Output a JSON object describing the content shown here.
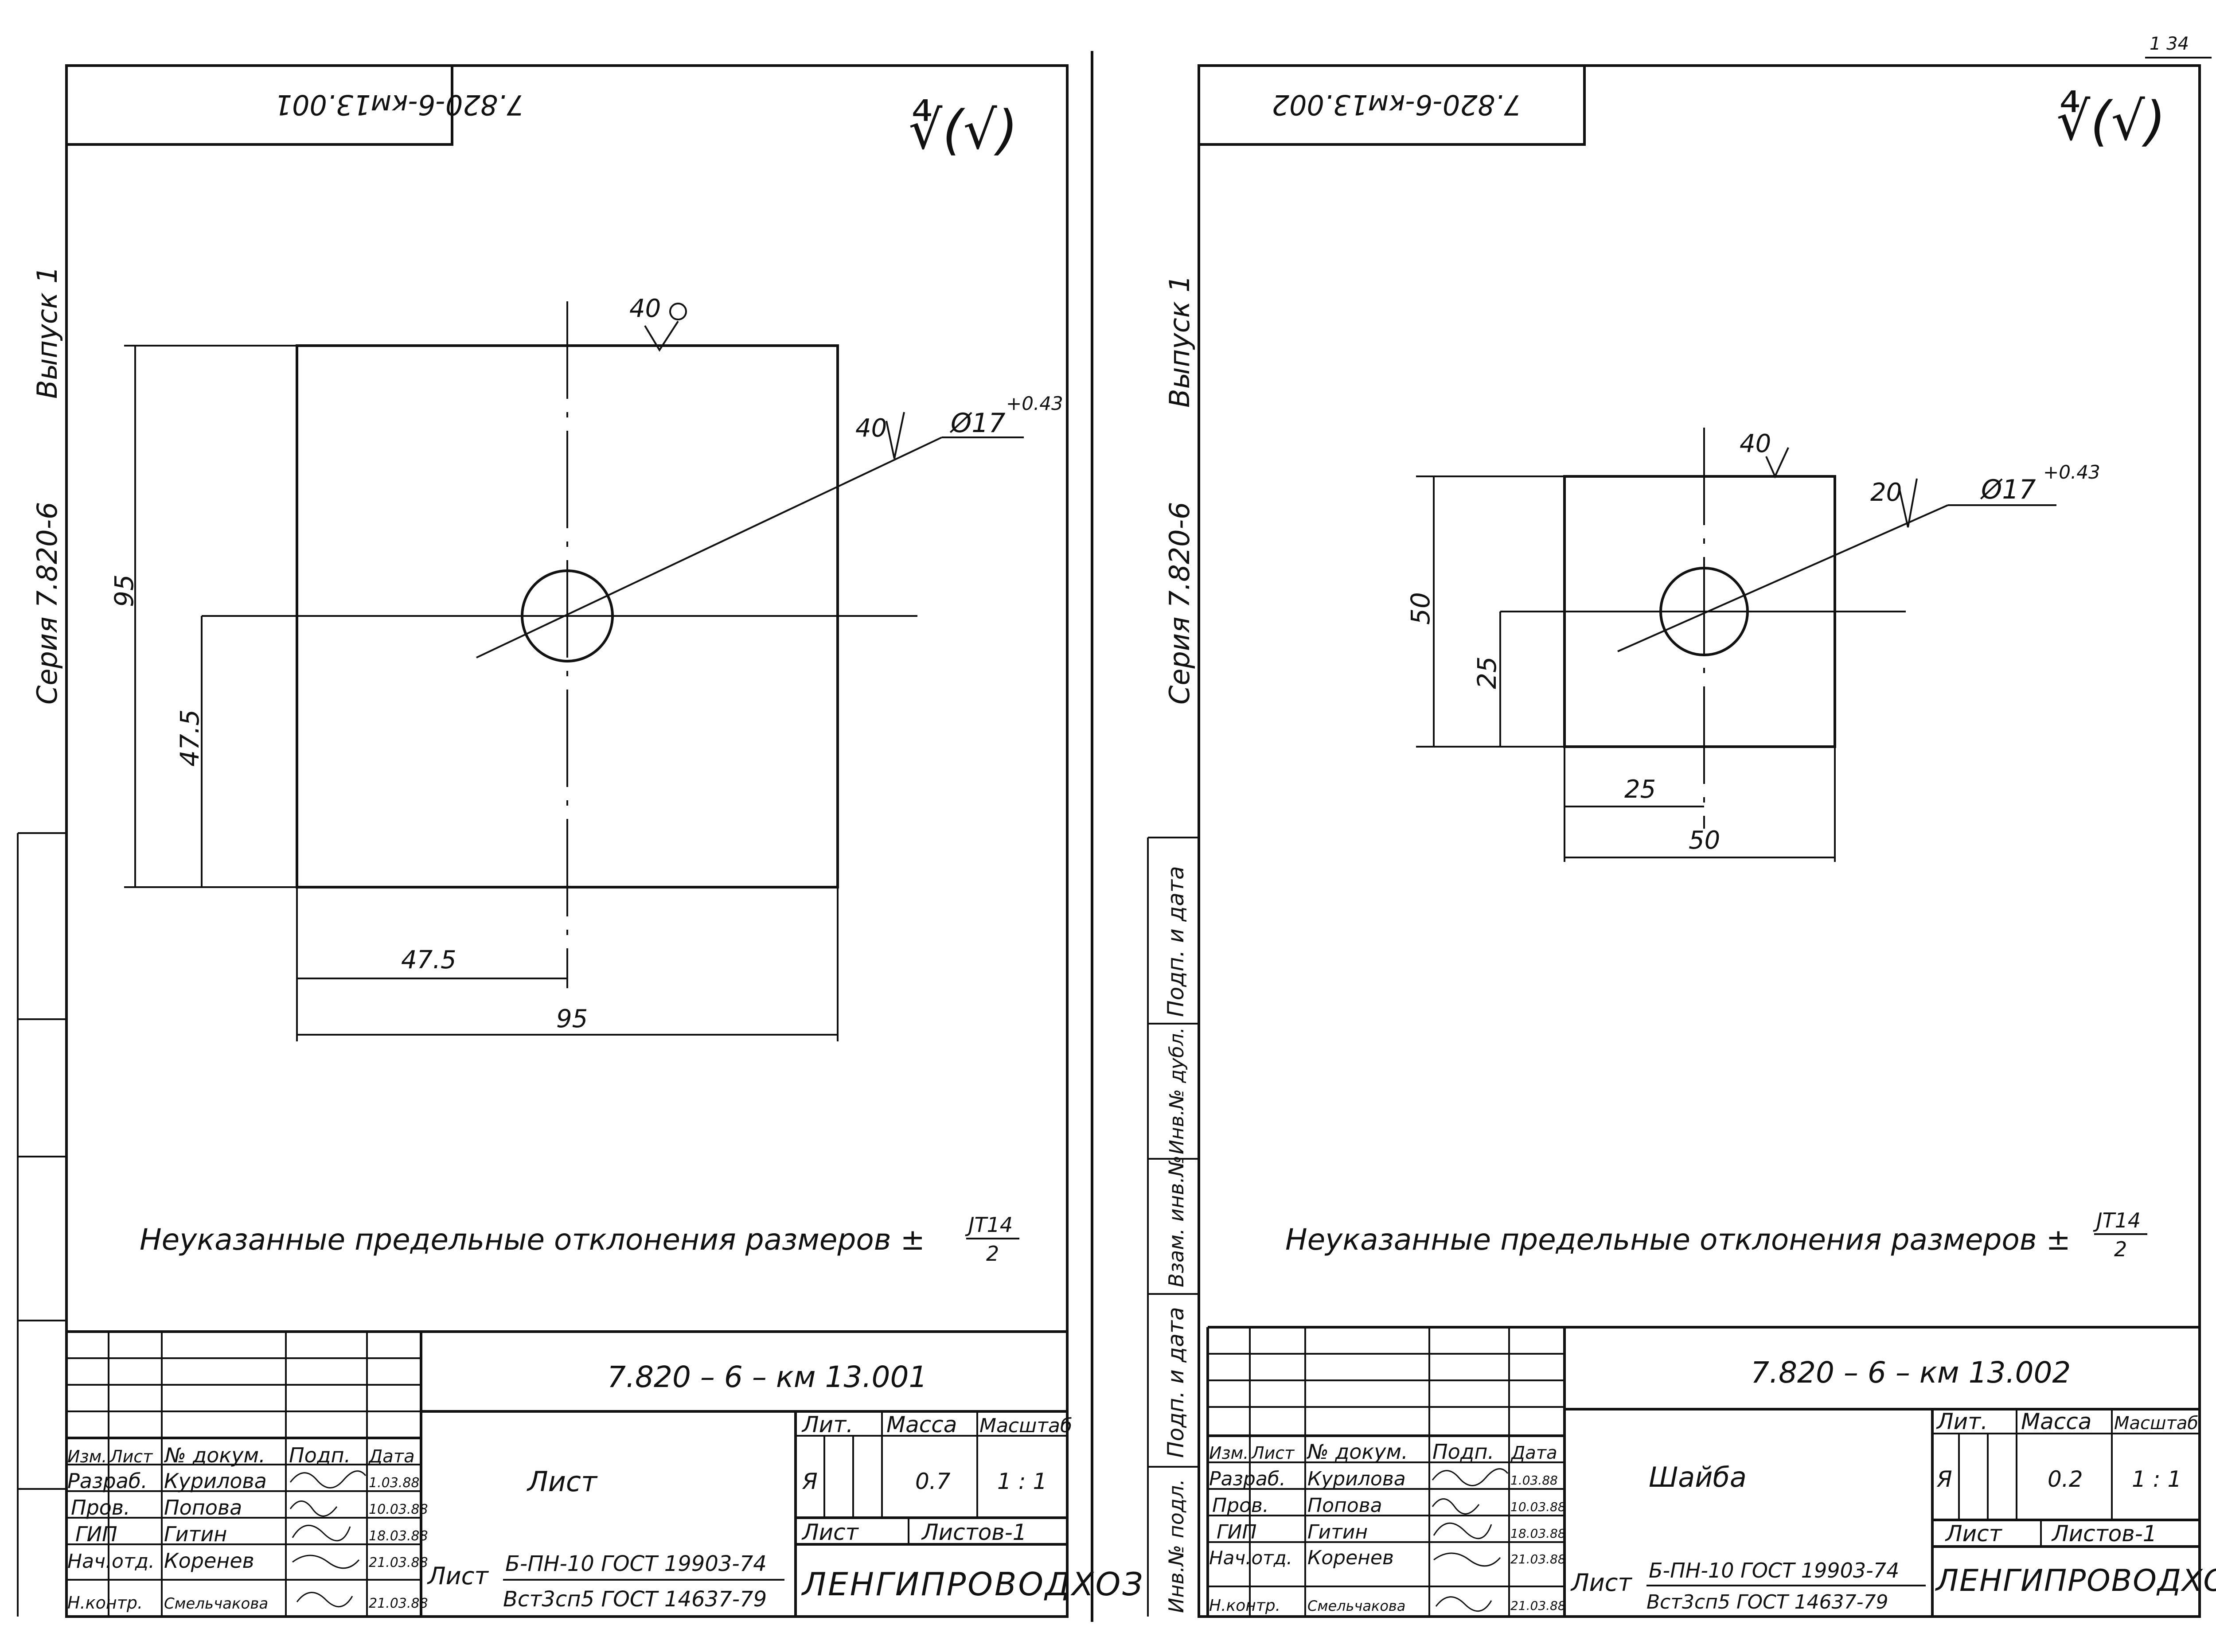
{
  "page_mark": "1 34",
  "sheets": [
    {
      "code_mirrored": "7.820-6-км13.001",
      "roughness": "∜(√)",
      "side_series": "Серия 7.820-6",
      "side_issue": "Выпуск 1",
      "dims": {
        "roughness_top": "40",
        "roughness_hole": "40",
        "hole_dia": "Ø17",
        "hole_tol": "+0.43",
        "height_full": "95",
        "height_half": "47.5",
        "width_half": "47.5",
        "width_full": "95"
      },
      "note_text": "Неуказанные   предельные  отклонения  размеров ±",
      "note_num": "JT14",
      "note_den": "2",
      "designation": "7.820 – 6  – км 13.001",
      "part_name": "Лист",
      "head_izm": "Изм.",
      "head_list": "Лист",
      "head_doc": "№ докум.",
      "head_podp": "Подп.",
      "head_data": "Дата",
      "roles": [
        {
          "role": "Разраб.",
          "name": "Курилова",
          "date": "1.03.88"
        },
        {
          "role": "Пров.",
          "name": "Попова",
          "date": "10.03.88"
        },
        {
          "role": "ГИП",
          "name": "Гитин",
          "date": "18.03.88"
        },
        {
          "role": "Нач.отд.",
          "name": "Коренев",
          "date": "21.03.88"
        },
        {
          "role": "Н.контр.",
          "name": "Смельчакова",
          "date": "21.03.88"
        }
      ],
      "lit_label": "Лит.",
      "mass_label": "Масса",
      "scale_label": "Масштаб",
      "lit_value": "Я",
      "mass_value": "0.7",
      "scale_value": "1 : 1",
      "sheet_label": "Лист",
      "sheets_label": "Листов-1",
      "material_prefix": "Лист",
      "material_top": "Б-ПН-10 ГОСТ 19903-74",
      "material_bottom": "Вст3сп5 ГОСТ 14637-79",
      "org": "ЛЕНГИПРОВОДХОЗ"
    },
    {
      "code_mirrored": "7.820-6-км13.002",
      "roughness": "∜(√)",
      "side_series": "Серия 7.820-6",
      "side_issue": "Выпуск 1",
      "dims": {
        "roughness_top": "40",
        "roughness_hole": "20",
        "hole_dia": "Ø17",
        "hole_tol": "+0.43",
        "height_full": "50",
        "height_half": "25",
        "width_half": "25",
        "width_full": "50"
      },
      "note_text": "Неуказанные  предельные  отклонения  размеров ±",
      "note_num": "JT14",
      "note_den": "2",
      "designation": "7.820 – 6  – км 13.002",
      "part_name": "Шайба",
      "head_izm": "Изм.",
      "head_list": "Лист",
      "head_doc": "№ докум.",
      "head_podp": "Подп.",
      "head_data": "Дата",
      "roles": [
        {
          "role": "Разраб.",
          "name": "Курилова",
          "date": "1.03.88"
        },
        {
          "role": "Пров.",
          "name": "Попова",
          "date": "10.03.88"
        },
        {
          "role": "ГИП",
          "name": "Гитин",
          "date": "18.03.88"
        },
        {
          "role": "Нач.отд.",
          "name": "Коренев",
          "date": "21.03.88"
        },
        {
          "role": "Н.контр.",
          "name": "Смельчакова",
          "date": "21.03.88"
        }
      ],
      "lit_label": "Лит.",
      "mass_label": "Масса",
      "scale_label": "Масштаб",
      "lit_value": "Я",
      "mass_value": "0.2",
      "scale_value": "1 : 1",
      "sheet_label": "Лист",
      "sheets_label": "Листов-1",
      "material_prefix": "Лист",
      "material_top": "Б-ПН-10 ГОСТ 19903-74",
      "material_bottom": "Вст3сп5 ГОСТ 14637-79",
      "org": "ЛЕНГИПРОВОДХОЗ"
    }
  ],
  "margin_stamp": [
    "Инв.№ подл.",
    "Подп. и дата",
    "Взам. инв.№",
    "Инв.№ дубл.",
    "Подп. и дата"
  ]
}
